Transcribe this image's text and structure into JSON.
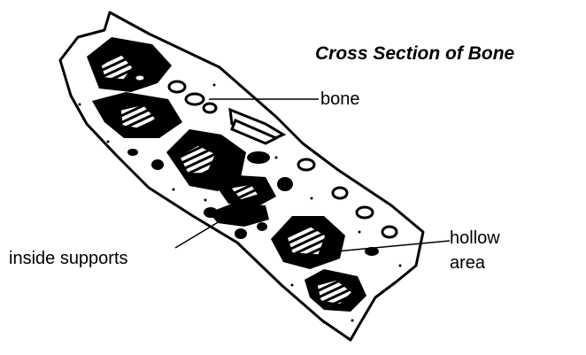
{
  "title": "Cross Section of Bone",
  "labels": {
    "bone": "bone",
    "inside_supports": "inside supports",
    "hollow_line1": "hollow",
    "hollow_line2": "area"
  },
  "colors": {
    "ink": "#000000",
    "paper": "#ffffff"
  }
}
